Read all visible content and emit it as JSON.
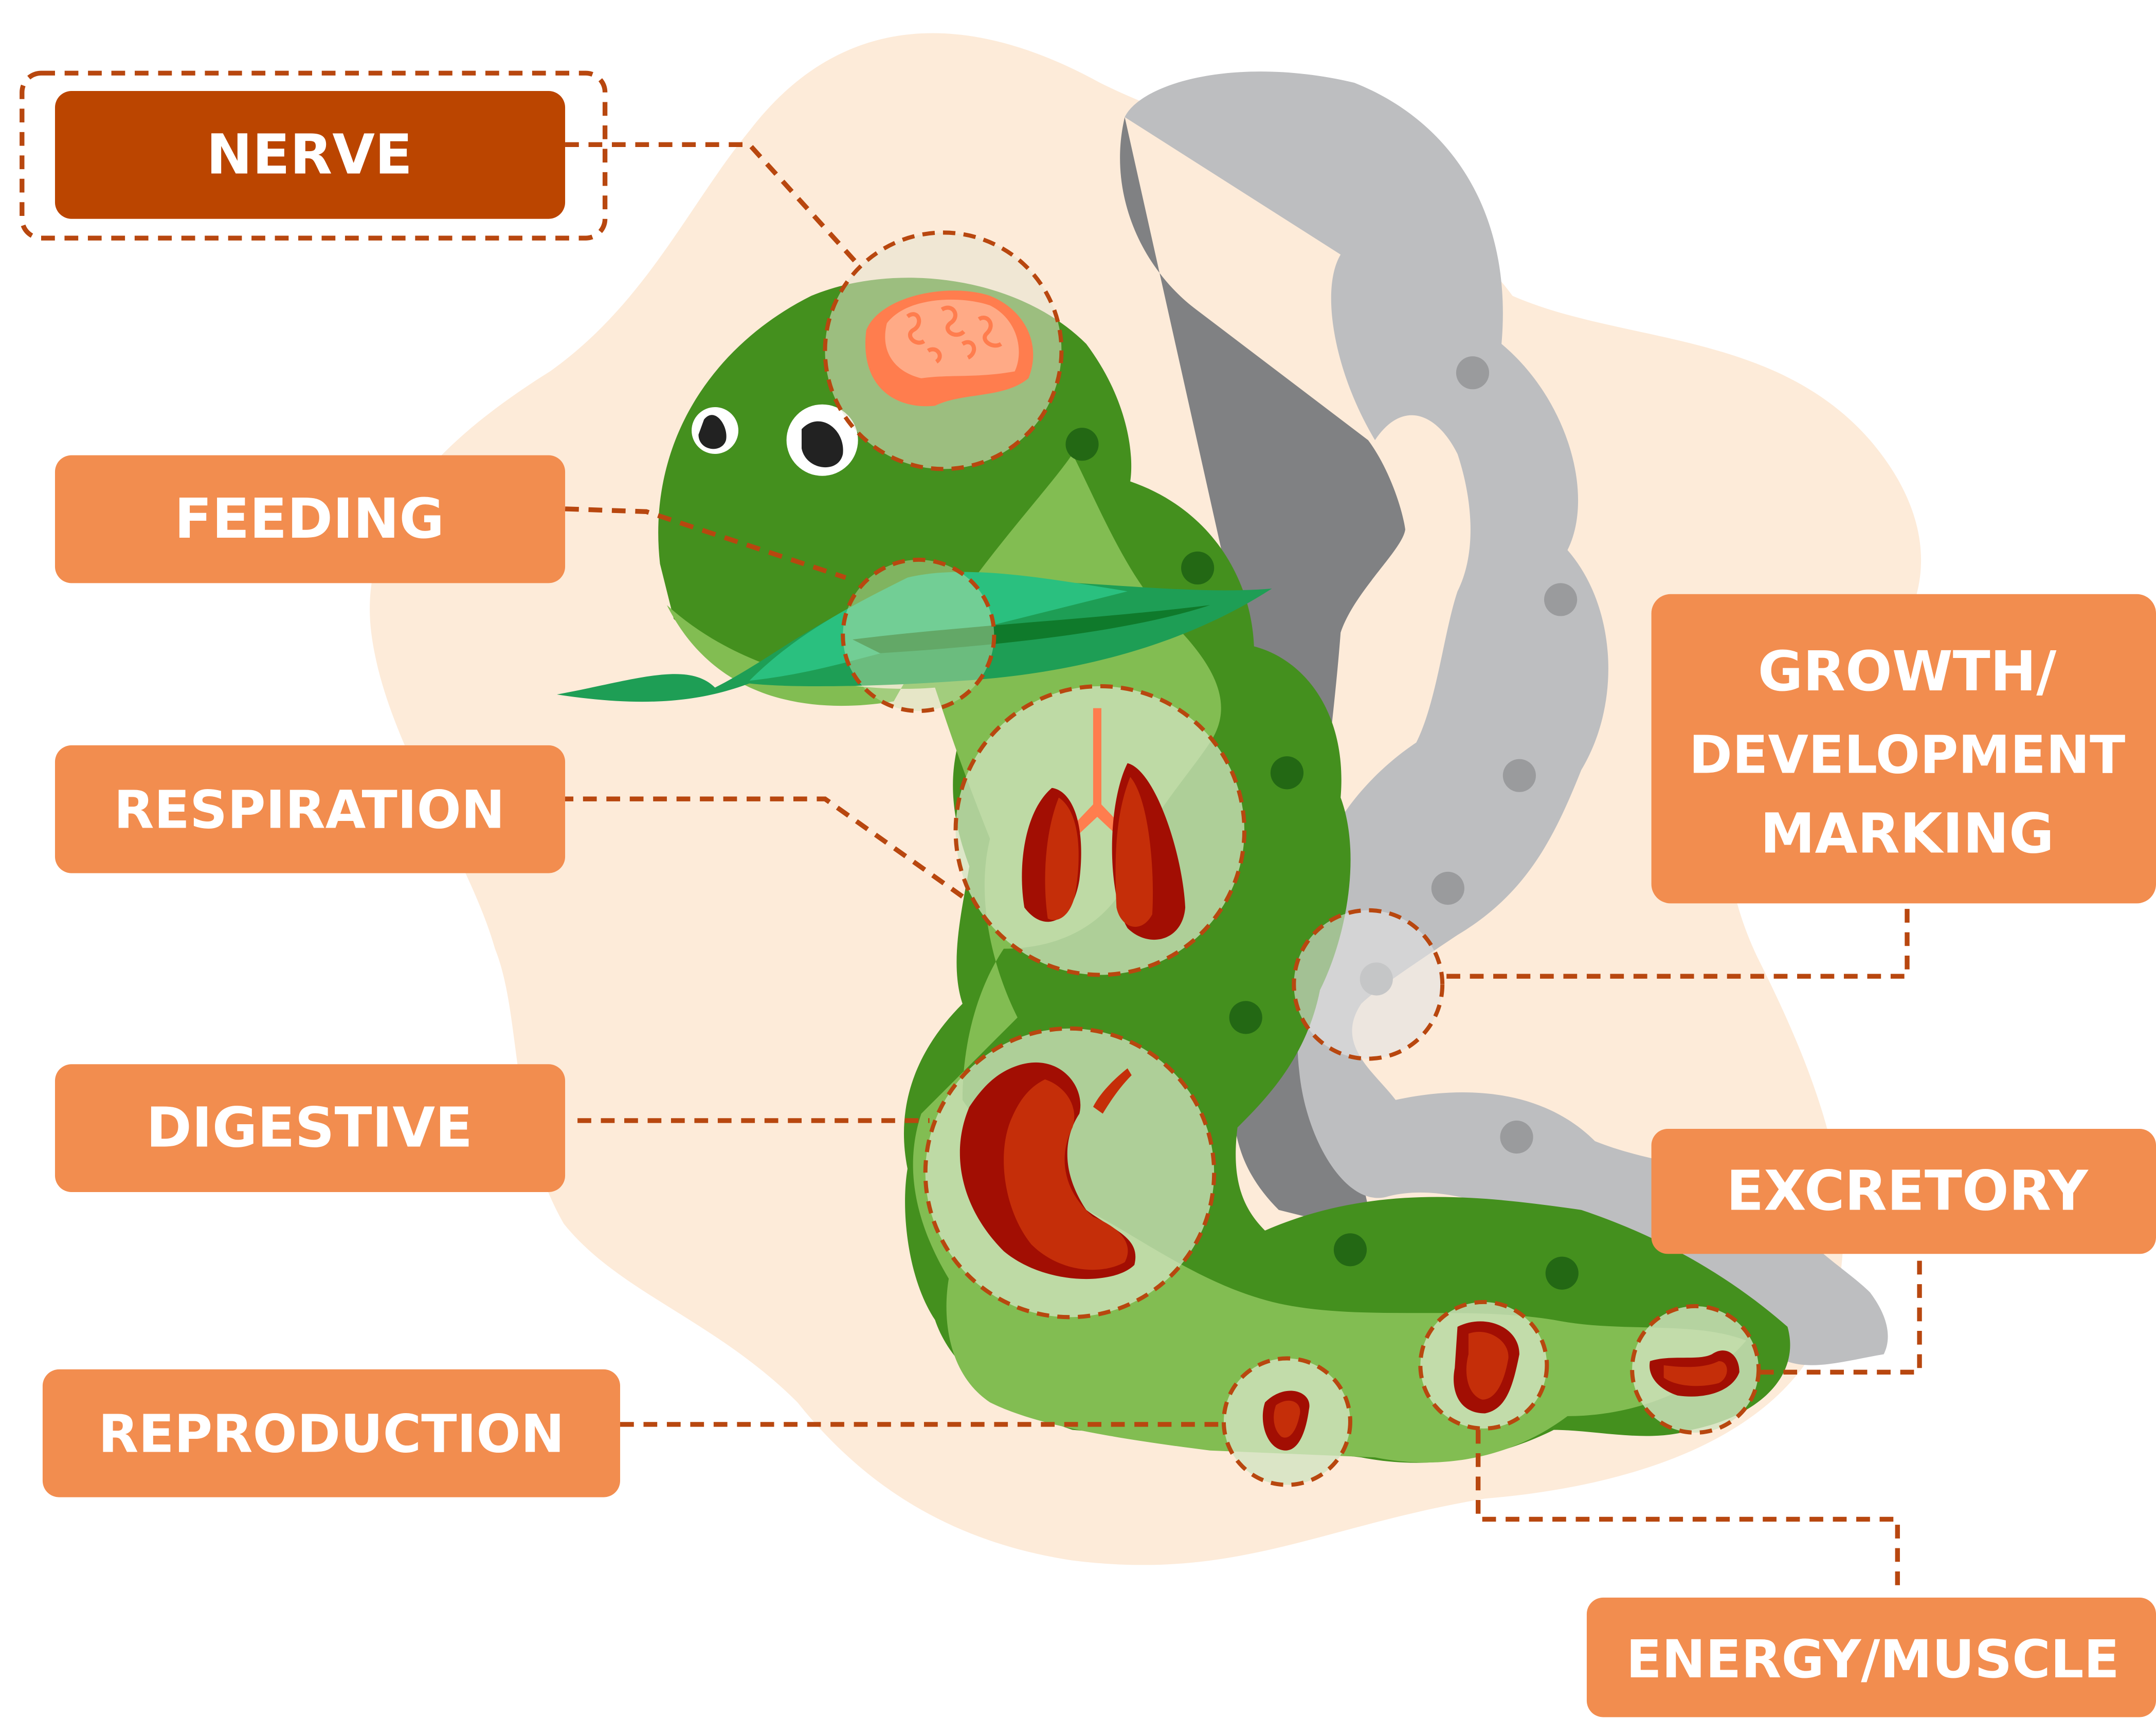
{
  "labels": {
    "nerve": "NERVE",
    "feeding": "FEEDING",
    "respiration": "RESPIRATION",
    "digestive": "DIGESTIVE",
    "reproduction": "REPRODUCTION",
    "growth": [
      "GROWTH/",
      "DEVELOPMENT",
      "MARKING"
    ],
    "excretory": "EXCRETORY",
    "energy": "ENERGY/MUSCLE"
  },
  "colors": {
    "background_blob": "#fdebd9",
    "label_fill": "#f28d4f",
    "label_fill_selected": "#bb4500",
    "label_text": "#ffffff",
    "leader_line": "#b8470f",
    "body_dark": "#44901e",
    "body_light": "#82bd52",
    "leaf": "#23b66d",
    "shell_light": "#bdbec0",
    "shell_dark": "#808183",
    "organ_red": "#c52e09",
    "organ_dark": "#a20e03",
    "brain": "#ff7d4e"
  },
  "icons": {
    "worm": "caterpillar-worm-illustration",
    "shell": "grey-shed-skin-illustration",
    "brain": "brain-icon",
    "lungs": "lungs-icon",
    "stomach": "stomach-icon",
    "leaf": "leaf-icon"
  },
  "selected_label": "nerve"
}
